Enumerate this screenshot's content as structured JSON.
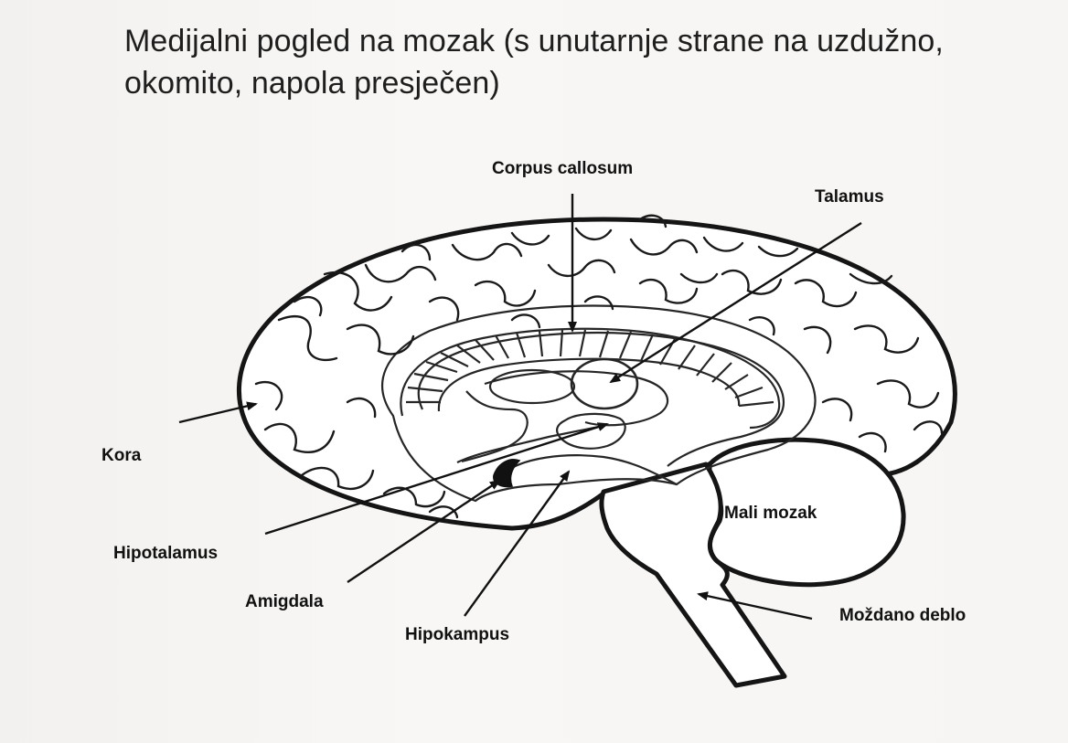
{
  "title": "Medijalni pogled na mozak (s unutarnje strane na uzdužno, okomito, napola presječen)",
  "labels": {
    "corpus_callosum": "Corpus callosum",
    "talamus": "Talamus",
    "kora": "Kora",
    "mali_mozak": "Mali mozak",
    "hipotalamus": "Hipotalamus",
    "amigdala": "Amigdala",
    "hipokampus": "Hipokampus",
    "mozdano_deblo": "Moždano deblo"
  }
}
